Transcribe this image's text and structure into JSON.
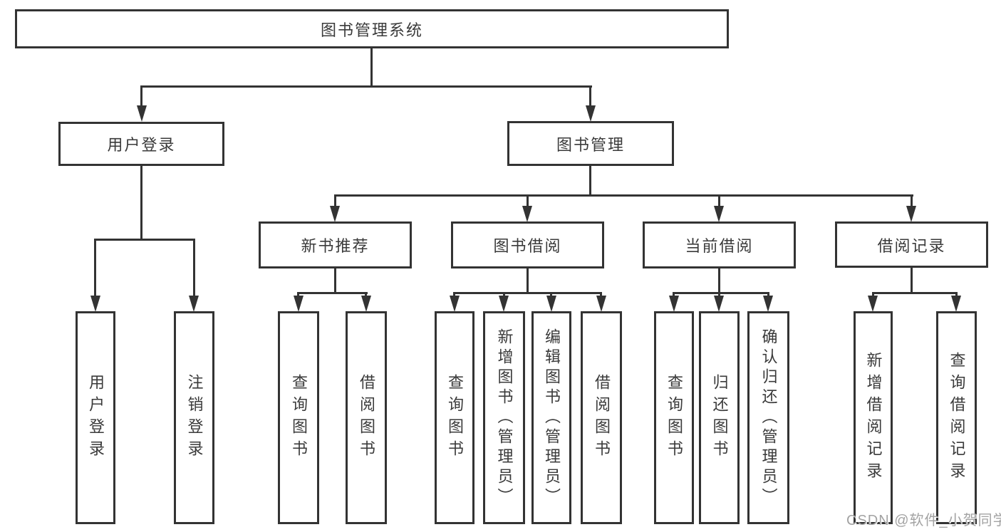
{
  "diagram_title": "图书管理系统",
  "nodes": {
    "root": {
      "label": "图书管理系统"
    },
    "user_login": {
      "label": "用户登录"
    },
    "book_mgmt": {
      "label": "图书管理"
    },
    "new_book_rec": {
      "label": "新书推荐"
    },
    "book_borrow": {
      "label": "图书借阅"
    },
    "current_borrow": {
      "label": "当前借阅"
    },
    "borrow_records": {
      "label": "借阅记录"
    },
    "leaf_user_login": {
      "label": "用户登录"
    },
    "leaf_logout": {
      "label": "注销登录"
    },
    "leaf_rec_query_book": {
      "label": "查询图书"
    },
    "leaf_rec_borrow_book": {
      "label": "借阅图书"
    },
    "leaf_bor_query_book": {
      "label": "查询图书"
    },
    "leaf_bor_add_book": {
      "label": "新增图书（管理员）"
    },
    "leaf_bor_edit_book": {
      "label": "编辑图书（管理员）"
    },
    "leaf_bor_borrow_book": {
      "label": "借阅图书"
    },
    "leaf_cur_query_book": {
      "label": "查询图书"
    },
    "leaf_cur_return_book": {
      "label": "归还图书"
    },
    "leaf_cur_confirm_return": {
      "label": "确认归还（管理员）"
    },
    "leaf_add_borrow_record": {
      "label": "新增借阅记录"
    },
    "leaf_query_borrow_record": {
      "label": "查询借阅记录"
    }
  },
  "watermark": {
    "text": "CSDN @软件_小贺同学"
  },
  "colors": {
    "line": "#333333",
    "text": "#3a3a3a",
    "watermark": "#a3a3a3",
    "background": "#ffffff"
  }
}
